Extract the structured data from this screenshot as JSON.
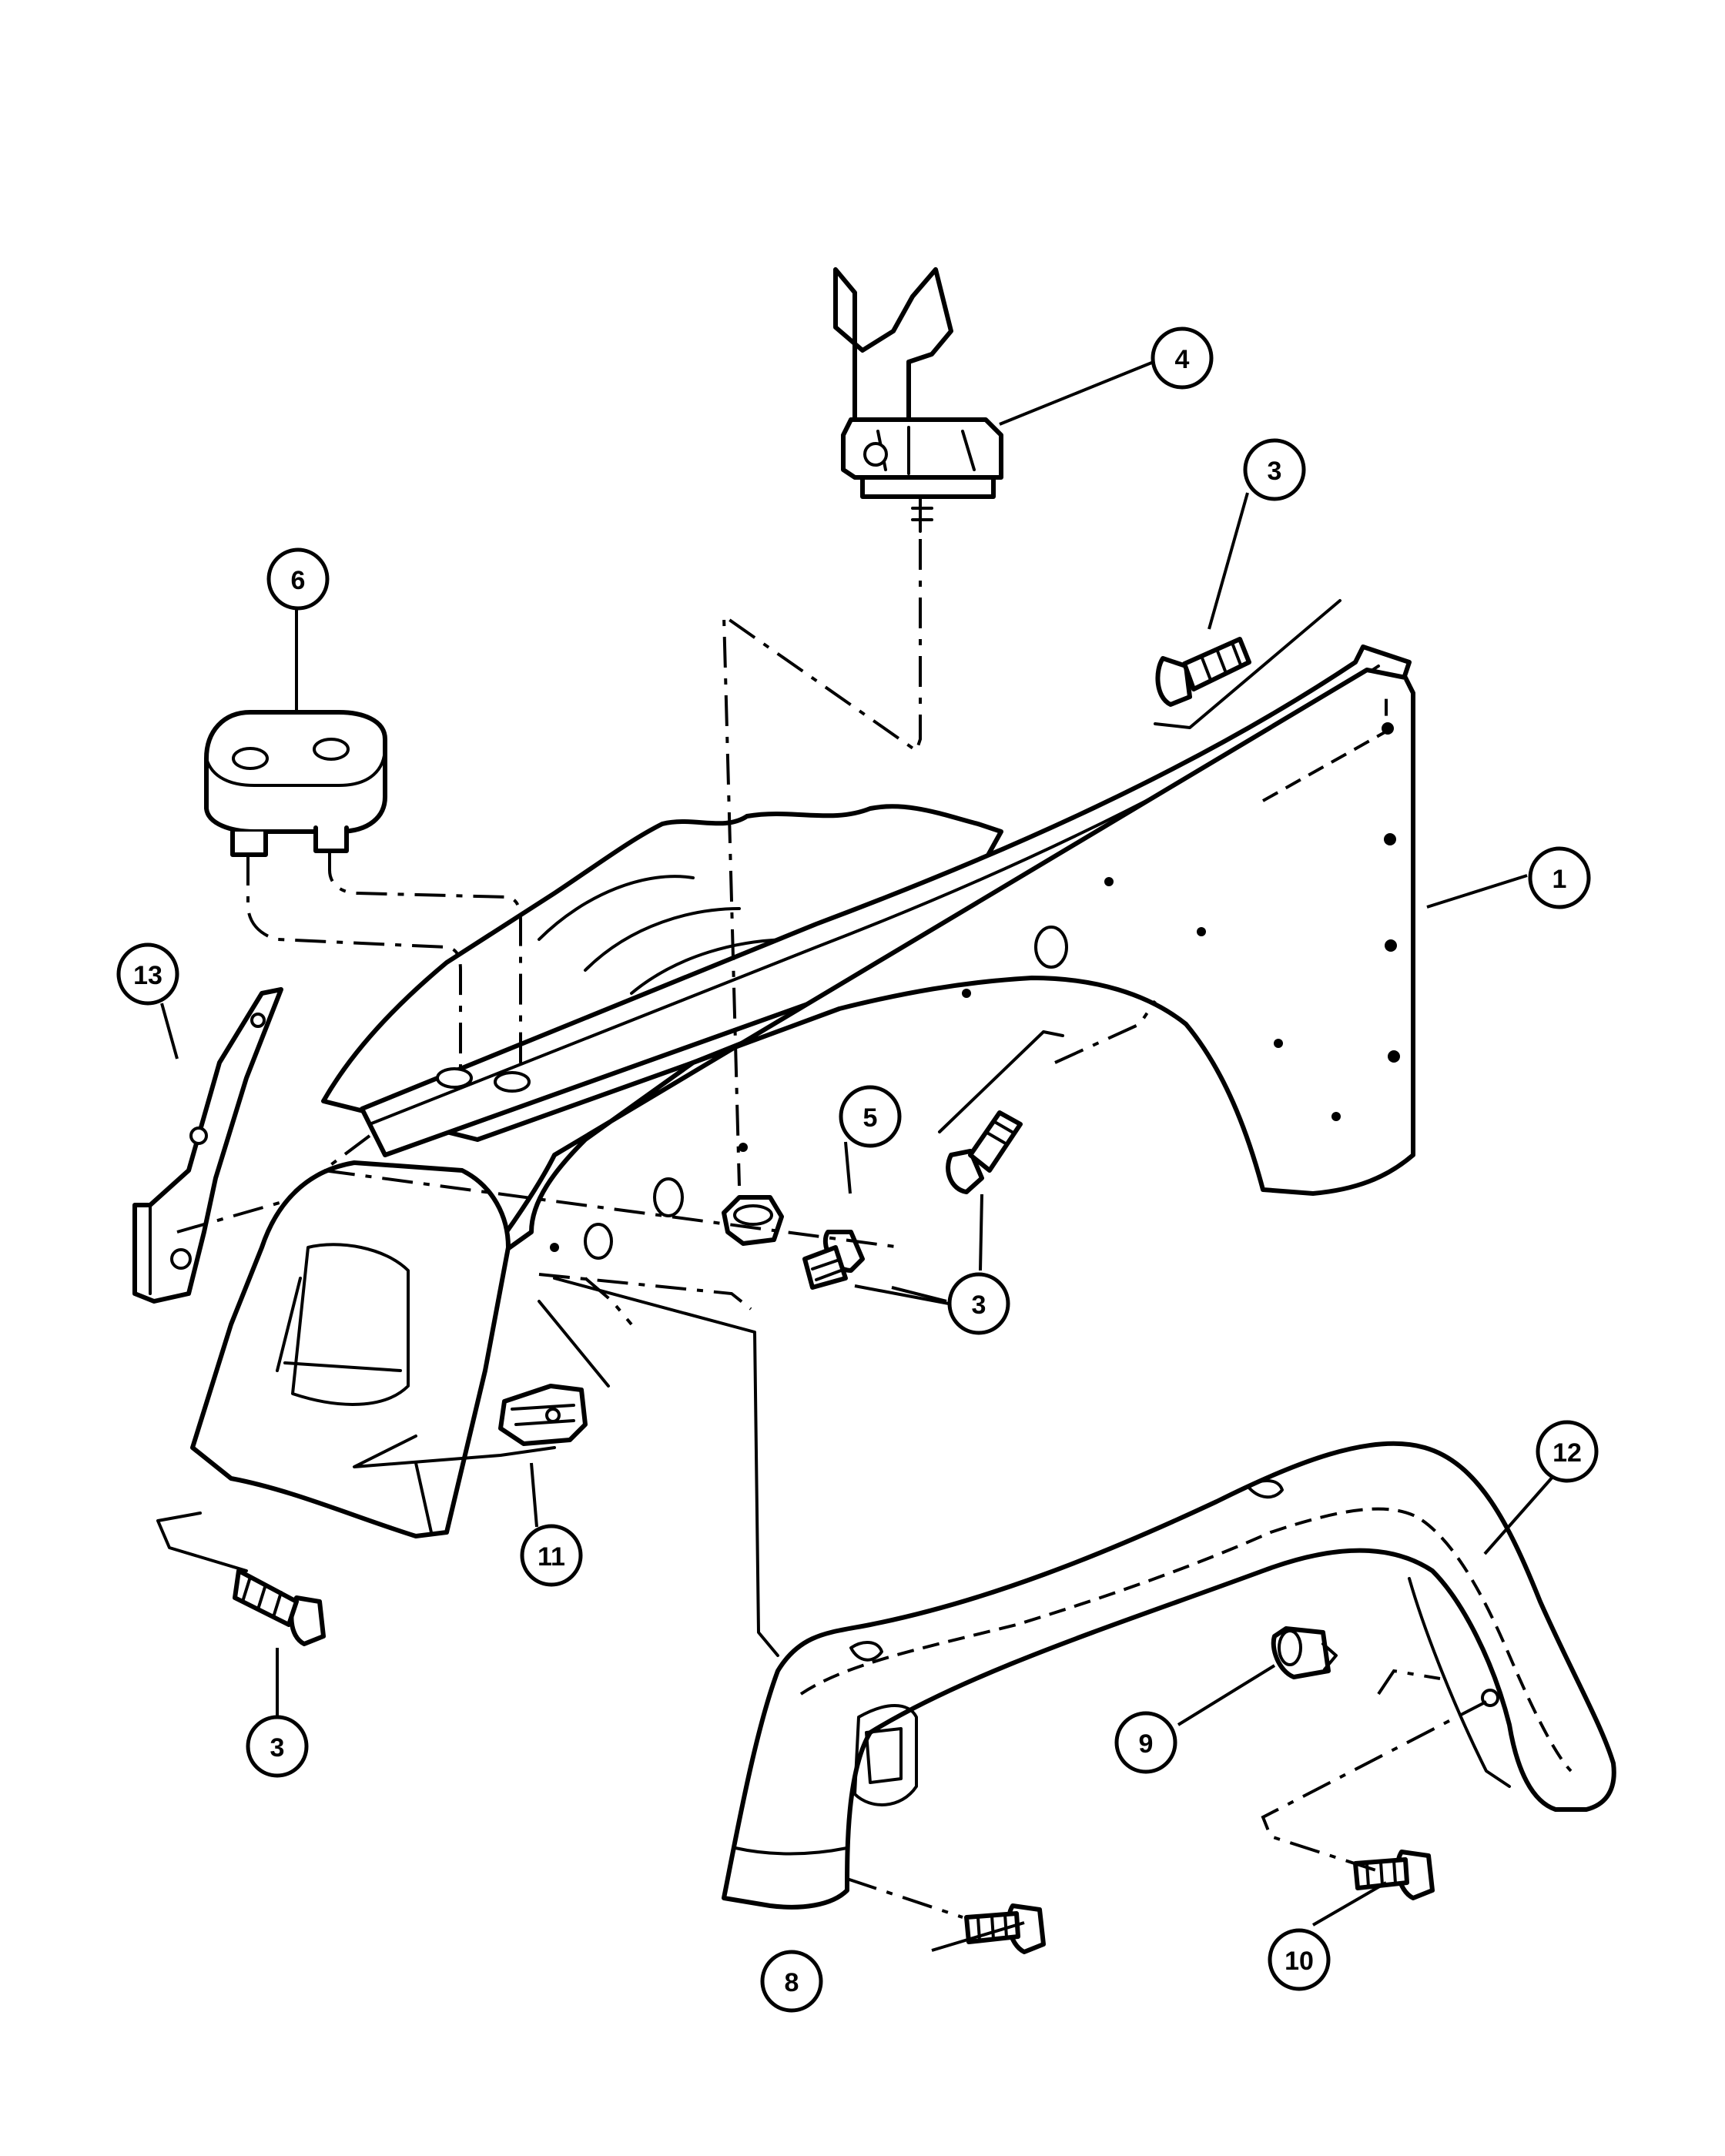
{
  "callouts": [
    {
      "id": "c1",
      "label": "1"
    },
    {
      "id": "c3a",
      "label": "3"
    },
    {
      "id": "c3b",
      "label": "3"
    },
    {
      "id": "c3c",
      "label": "3"
    },
    {
      "id": "c4",
      "label": "4"
    },
    {
      "id": "c5",
      "label": "5"
    },
    {
      "id": "c6",
      "label": "6"
    },
    {
      "id": "c8",
      "label": "8"
    },
    {
      "id": "c9",
      "label": "9"
    },
    {
      "id": "c10",
      "label": "10"
    },
    {
      "id": "c11",
      "label": "11"
    },
    {
      "id": "c12",
      "label": "12"
    },
    {
      "id": "c13",
      "label": "13"
    }
  ]
}
